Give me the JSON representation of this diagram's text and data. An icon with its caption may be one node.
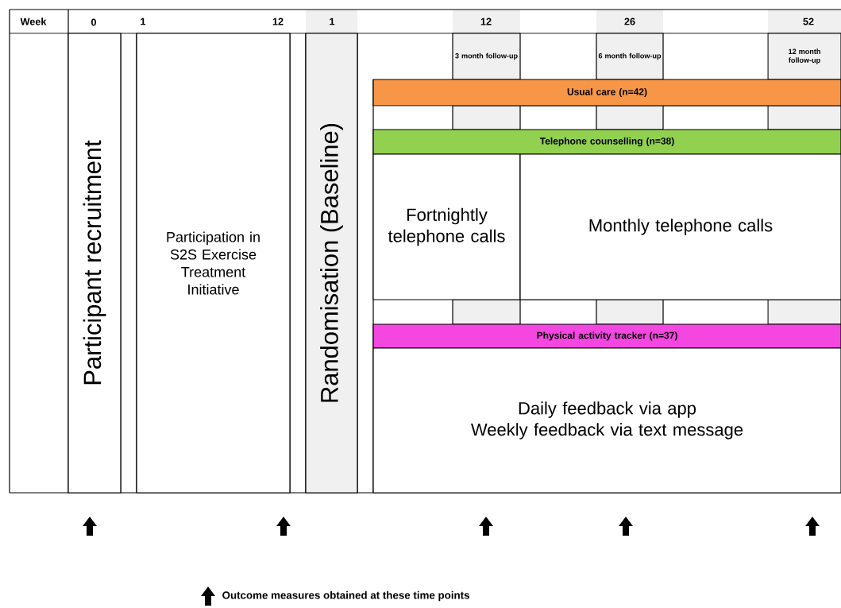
{
  "diagram": {
    "nodes": [
      {
        "text": [
          "Participant recruitment"
        ]
      },
      {
        "text": [
          "Participation in S2S Exercise Treatment Initiative"
        ]
      },
      {
        "text": [
          "Randomisation (Baseline)"
        ]
      },
      {
        "text": [
          "3 month follow-up"
        ]
      },
      {
        "text": [
          "6 month follow-up"
        ]
      },
      {
        "text": [
          "12 month follow-up"
        ]
      },
      {
        "text": [
          "Usual care (n=42)"
        ]
      },
      {
        "text": [
          "Telephone counselling (n=38)"
        ]
      },
      {
        "text": [
          "Fortnightly telephone calls"
        ]
      },
      {
        "text": [
          "Monthly telephone calls"
        ]
      },
      {
        "text": [
          "Physical activity tracker (n=37)"
        ]
      },
      {
        "text": [
          "Daily feedback via app",
          "Weekly feedback via text message"
        ]
      }
    ],
    "labels": [
      "Week",
      "0",
      "1",
      "12",
      "1",
      "12",
      "26",
      "52"
    ],
    "legend": [
      {
        "text": "Outcome measures obtained at these time points"
      }
    ]
  }
}
